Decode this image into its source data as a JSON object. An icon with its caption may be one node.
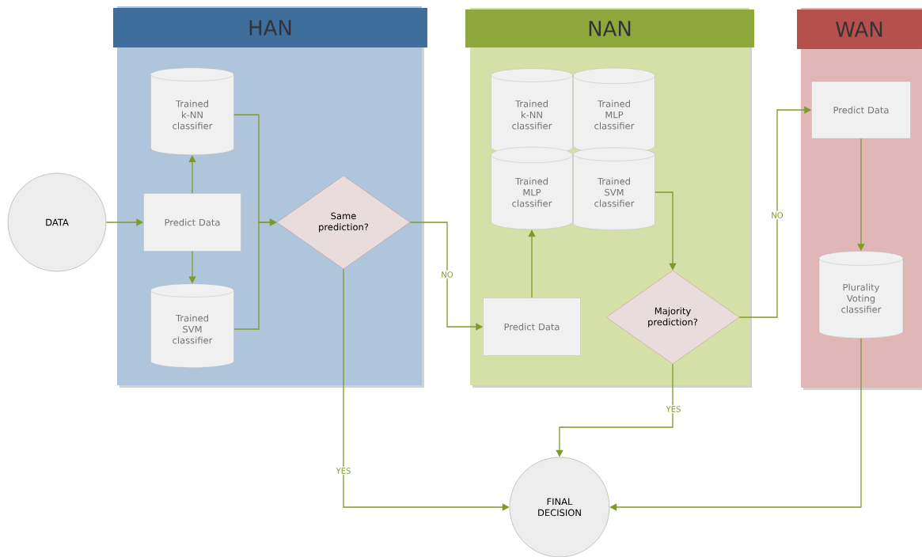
{
  "diagram": {
    "nodes": [
      {
        "text": [
          "HAN"
        ]
      },
      {
        "text": [
          "NAN"
        ]
      },
      {
        "text": [
          "WAN"
        ]
      },
      {
        "text": [
          "DATA"
        ]
      },
      {
        "text": [
          "Predict Data"
        ],
        "in": 0
      },
      {
        "text": [
          "Trained k-NN classifier"
        ],
        "in": 0
      },
      {
        "text": [
          "Trained SVM classifier"
        ],
        "in": 0
      },
      {
        "text": [
          "Same prediction?"
        ],
        "in": 0
      },
      {
        "text": [
          "Trained k-NN classifier"
        ],
        "in": 1
      },
      {
        "text": [
          "Trained MLP classifier"
        ],
        "in": 1
      },
      {
        "text": [
          "Trained MLP classifier"
        ],
        "in": 1
      },
      {
        "text": [
          "Trained SVM classifier"
        ],
        "in": 1
      },
      {
        "text": [
          "Predict Data"
        ],
        "in": 1
      },
      {
        "text": [
          "Majority prediction?"
        ],
        "in": 1
      },
      {
        "text": [
          "Predict Data"
        ],
        "in": 2
      },
      {
        "text": [
          "Plurality Voting classifier"
        ],
        "in": 2
      },
      {
        "text": [
          "FINAL DECISION"
        ]
      }
    ],
    "edges": [
      {
        "from": 3,
        "to": 4,
        "arrow": "to"
      },
      {
        "from": 4,
        "to": 5,
        "arrow": "to"
      },
      {
        "from": 4,
        "to": 6,
        "arrow": "to"
      },
      {
        "from": 5,
        "to": 7,
        "arrow": "to"
      },
      {
        "from": 6,
        "to": 7,
        "arrow": "to"
      },
      {
        "from": 7,
        "to": 12,
        "arrow": "to",
        "label": "NO"
      },
      {
        "from": 7,
        "to": 16,
        "arrow": "to",
        "label": "YES"
      },
      {
        "from": 12,
        "to": 10,
        "arrow": "to"
      },
      {
        "from": 11,
        "to": 13,
        "arrow": "to"
      },
      {
        "from": 13,
        "to": 14,
        "arrow": "to",
        "label": "NO"
      },
      {
        "from": 13,
        "to": 16,
        "arrow": "to",
        "label": "YES"
      },
      {
        "from": 14,
        "to": 15,
        "arrow": "to"
      },
      {
        "from": 15,
        "to": 16,
        "arrow": "to"
      }
    ]
  }
}
